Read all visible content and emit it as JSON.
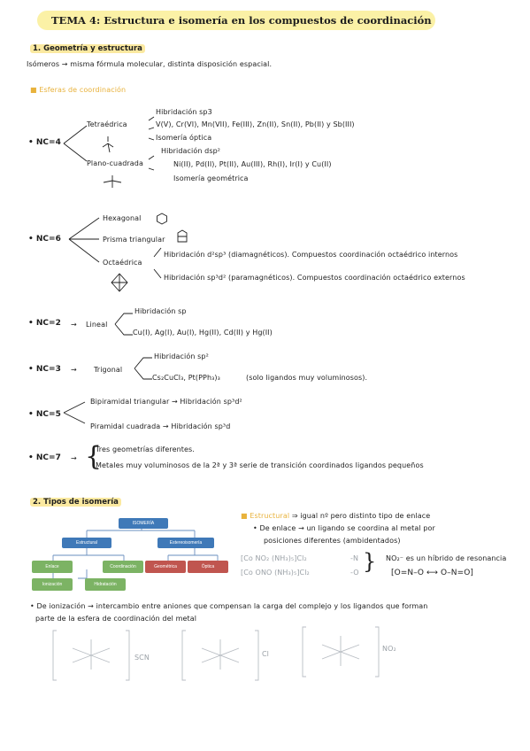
{
  "title": "TEMA 4: Estructura e isomería en los compuestos de coordinación",
  "s1": {
    "heading": "1. Geometría y estructura",
    "isomers_def": "Isómeros → misma fórmula molecular, distinta disposición espacial.",
    "spheres": "Esferas de coordinación"
  },
  "nc4": {
    "label": "NC=4",
    "tetra": "Tetraédrica",
    "tetra_hib": "Hibridación sp3",
    "tetra_ex": "V(V), Cr(VI), Mn(VII), Fe(III), Zn(II), Sn(II), Pb(II) y Sb(III)",
    "tetra_iso": "Isomería óptica",
    "plano": "Plano-cuadrada",
    "plano_hib": "Hibridación dsp²",
    "plano_ex": "Ni(II), Pd(II), Pt(II), Au(III), Rh(I), Ir(I) y Cu(II)",
    "plano_iso": "Isomería geométrica"
  },
  "nc6": {
    "label": "NC=6",
    "hex": "Hexagonal",
    "prisma": "Prisma triangular",
    "octa": "Octaédrica",
    "hib1": "Hibridación d²sp³ (diamagnéticos). Compuestos coordinación octaédrico internos",
    "hib2": "Hibridación sp³d² (paramagnéticos). Compuestos coordinación octaédrico externos"
  },
  "nc2": {
    "label": "NC=2",
    "lineal": "Lineal",
    "hib": "Hibridación sp",
    "ex": "Cu(I), Ag(I), Au(I), Hg(II), Cd(II) y Hg(II)"
  },
  "nc3": {
    "label": "NC=3",
    "trig": "Trigonal",
    "hib": "Hibridación sp²",
    "ex": "Cs₂CuCl₃, Pt(PPh₃)₃",
    "note": "(solo ligandos muy voluminosos)."
  },
  "nc5": {
    "label": "NC=5",
    "bipir": "Bipiramidal triangular → Hibridación sp³d²",
    "pir": "Piramidal cuadrada → Hibridación sp³d"
  },
  "nc7": {
    "label": "NC=7",
    "l1": "Tres geometrías diferentes.",
    "l2": "Metales muy voluminosos de la 2ª y 3ª serie de transición coordinados ligandos pequeños"
  },
  "s2": {
    "heading": "2. Tipos de isomería",
    "tree": {
      "root": "ISOMERÍA",
      "estructural": "Estructural",
      "estereo": "Estereoisomería",
      "enlace": "Enlace",
      "coordinacion": "Coordinación",
      "geometrica": "Geométrica",
      "optica": "Óptica",
      "ionizacion": "Ionización",
      "hidratacion": "Hidratación"
    },
    "estructural_hl": "Estructural",
    "estructural_desc": "⇒ igual nº pero distinto tipo de enlace",
    "enlace_l1": "• De enlace → un ligando se coordina al metal por",
    "enlace_l2": "posiciones diferentes (ambidentados)",
    "ex1": "[Co NO₂ (NH₃)₅]Cl₂",
    "ex2": "[Co ONO (NH₃)₅]Cl₂",
    "ex1_suffix": "-N",
    "ex2_suffix": "-O",
    "no2_note": "NO₂⁻ es un híbrido de resonancia",
    "resonance": "[O=N–O ⟷ O–N=O]",
    "ioniz_l1": "• De ionización → intercambio entre aniones que compensan la carga del complejo y los ligandos que forman",
    "ioniz_l2": "parte de la esfera de coordinación del metal",
    "c1": "SCN",
    "c2": "Cl",
    "c3": "NO₂"
  }
}
